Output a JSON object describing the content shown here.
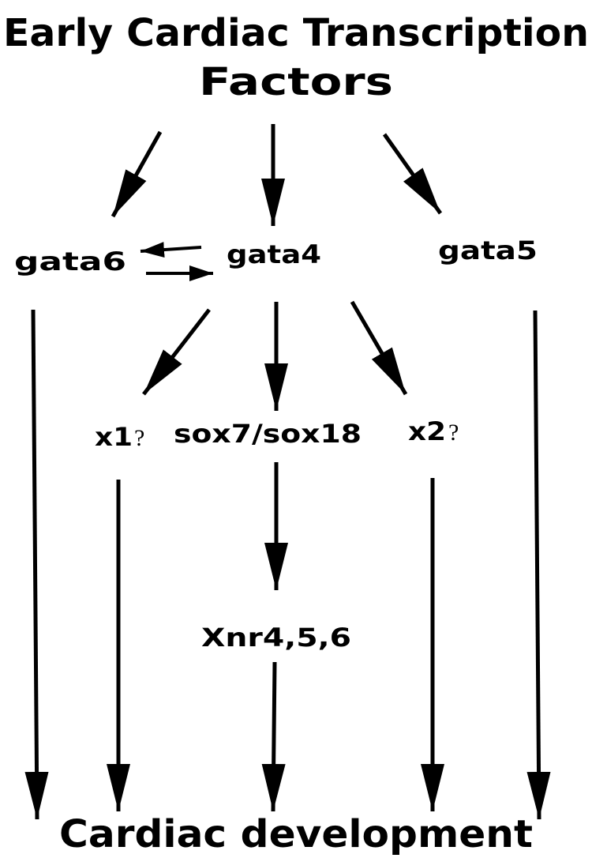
{
  "title": {
    "line1": "Early Cardiac Transcription",
    "line2": "Factors"
  },
  "nodes": {
    "gata6": "gata6",
    "gata4": "gata4",
    "gata5": "gata5",
    "x1": "x1",
    "x1_q": "?",
    "sox": "sox7/sox18",
    "x2": "x2",
    "x2_q": "?",
    "xnr": "Xnr4,5,6"
  },
  "outcome": "Cardiac development",
  "colors": {
    "ink": "#000000",
    "background": "#ffffff"
  }
}
